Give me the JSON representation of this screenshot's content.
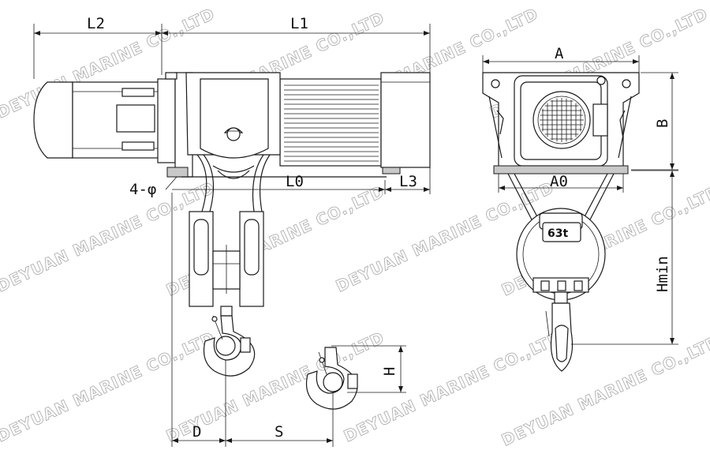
{
  "watermark": "DEYUAN MARINE CO.,LTD",
  "dimensions": {
    "l2": "L2",
    "l1": "L1",
    "l0": "L0",
    "l3": "L3",
    "bolt_holes": "4-φ",
    "d": "D",
    "s": "S",
    "h": "H",
    "a": "A",
    "a0": "A0",
    "b": "B",
    "hmin": "Hmin"
  },
  "hook_block": {
    "capacity": "63t"
  },
  "colors": {
    "line": "#1a1a1a",
    "watermark": "#b0b0b0"
  }
}
